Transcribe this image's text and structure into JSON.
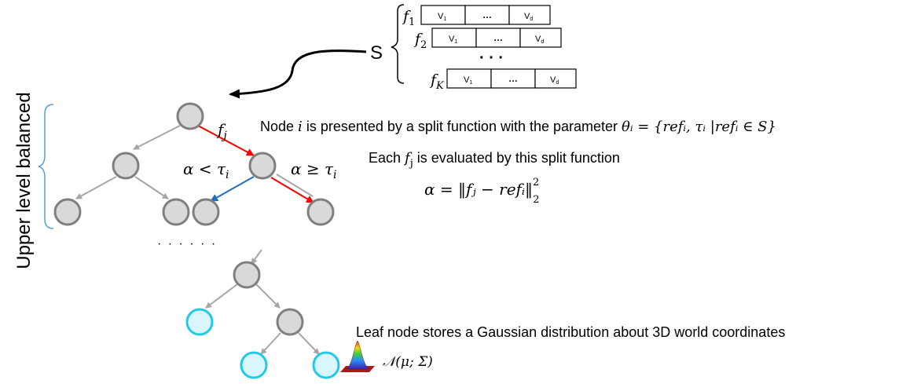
{
  "side_label": "Upper level balanced",
  "set_label": "S",
  "feature_rows": [
    {
      "name": "f",
      "sub": "1",
      "cells": [
        "V",
        "…",
        "V"
      ],
      "cell_subs": [
        "1",
        "",
        "d"
      ]
    },
    {
      "name": "f",
      "sub": "2",
      "cells": [
        "V",
        "…",
        "V"
      ],
      "cell_subs": [
        "1",
        "",
        "d"
      ]
    },
    {
      "name": "f",
      "sub": "K",
      "cells": [
        "V",
        "…",
        "V"
      ],
      "cell_subs": [
        "1",
        "",
        "d"
      ]
    }
  ],
  "feature_dots": "· · ·",
  "edge_label_f": "f",
  "edge_label_f_sub": "j",
  "left_branch": "α < τ",
  "left_branch_sub": "i",
  "right_branch": "α ≥ τ",
  "right_branch_sub": "i",
  "node_text_a": "Node ",
  "node_text_i": "i",
  "node_text_b": " is presented by a split function with the parameter ",
  "node_param": "θᵢ = {refᵢ, τᵢ |refᵢ ∈ S}",
  "eval_text_a": "Each ",
  "eval_text_f": "f",
  "eval_text_sub": "j",
  "eval_text_b": " is evaluated by this split function",
  "formula": "α = ‖fⱼ − refᵢ‖",
  "formula_sup": "2",
  "formula_sub": "2",
  "middle_dots": "· · · · · ·",
  "leaf_text": "Leaf node stores a Gaussian distribution about 3D world coordinates",
  "gaussian_label": "𝒩(μ; Σ)",
  "colors": {
    "node_fill": "#d9d9d9",
    "node_stroke": "#7f7f7f",
    "edge_gray": "#a6a6a6",
    "edge_red": "#ff0000",
    "edge_blue": "#1f6fbf",
    "leaf_fill": "#d8f6fc",
    "leaf_stroke": "#23c8e6",
    "brace": "#5b9bd5"
  }
}
